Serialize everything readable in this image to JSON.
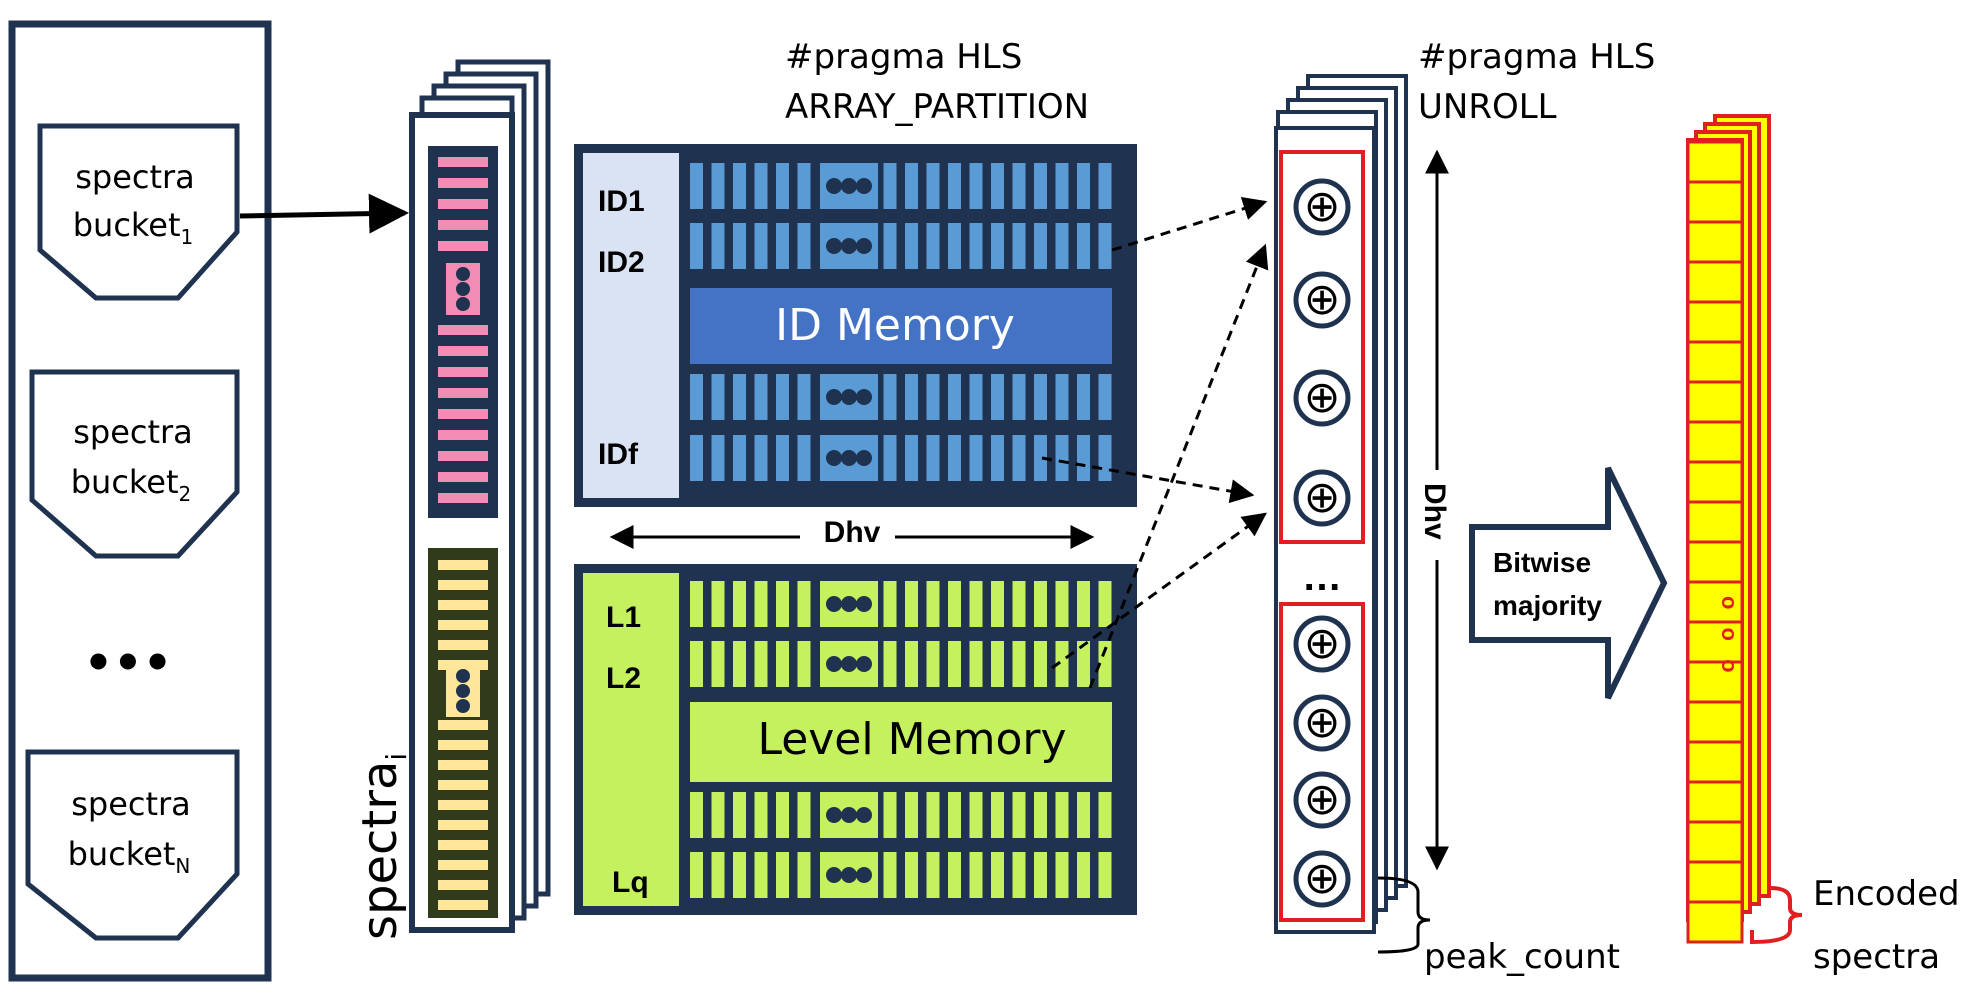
{
  "buckets": [
    {
      "name": "spectra",
      "sub": "1"
    },
    {
      "name": "spectra",
      "sub": "2"
    },
    {
      "name": "spectra",
      "sub": "N"
    }
  ],
  "bucket_ellipsis": "•••",
  "spectra_label": {
    "main": "spectra",
    "sub": "i"
  },
  "pragma_partition": {
    "line1": "#pragma HLS",
    "line2": "ARRAY_PARTITION"
  },
  "pragma_unroll": {
    "line1": "#pragma HLS",
    "line2": "UNROLL"
  },
  "id_memory": {
    "title": "ID Memory",
    "row_labels": [
      "ID1",
      "ID2",
      "IDf"
    ]
  },
  "level_memory": {
    "title": "Level Memory",
    "row_labels": [
      "L1",
      "L2",
      "Lq"
    ]
  },
  "dhv_label": "Dhv",
  "dhv_vertical_label": "Dhv",
  "adder_symbol": "⊕",
  "adder_ellipsis": "…",
  "peak_count_label": "peak_count",
  "bitwise_majority": {
    "line1": "Bitwise",
    "line2": "majority"
  },
  "encoded_label": {
    "line1": "Encoded",
    "line2": "spectra"
  },
  "encoded_dots": "o o o",
  "colors": {
    "navy": "#1f3350",
    "id_bar": "#5b9bd5",
    "id_side": "#dae3f3",
    "id_title_bg": "#4472c4",
    "level_bar": "#c5f15f",
    "pink": "#f28cb5",
    "pale_yellow": "#ffe699",
    "olive": "#2f3b1a",
    "red": "#e02020",
    "yellow": "#ffff00"
  }
}
